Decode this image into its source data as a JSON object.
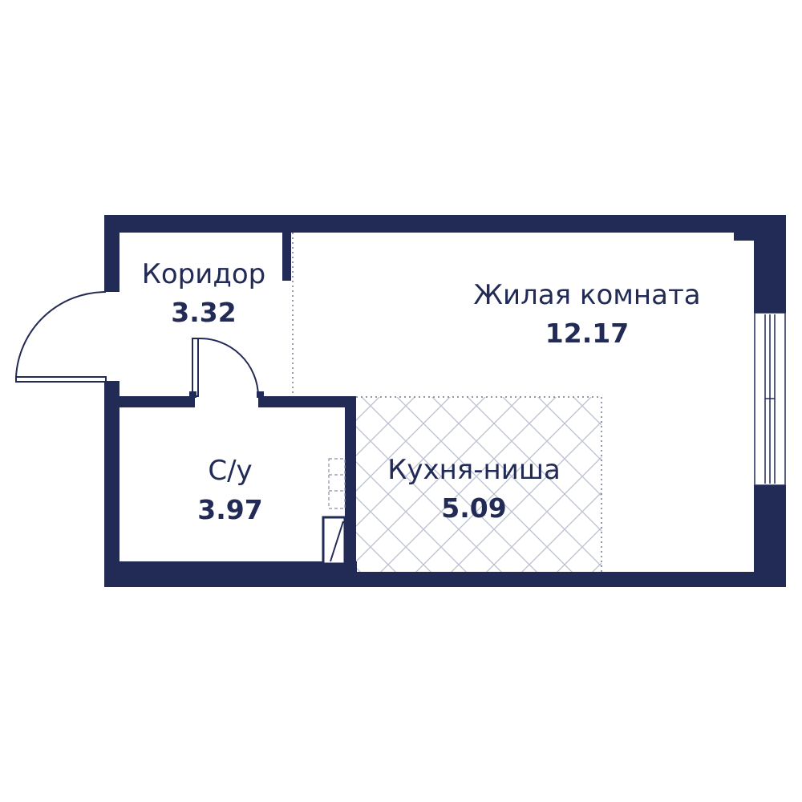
{
  "colors": {
    "wall": "#222a56",
    "hatch": "#b9c0cf",
    "background": "#ffffff"
  },
  "rooms": {
    "corridor": {
      "name": "Коридор",
      "area": "3.32"
    },
    "living": {
      "name": "Жилая комната",
      "area": "12.17"
    },
    "bathroom": {
      "name": "С/у",
      "area": "3.97"
    },
    "kitchen": {
      "name": "Кухня-ниша",
      "area": "5.09"
    }
  }
}
